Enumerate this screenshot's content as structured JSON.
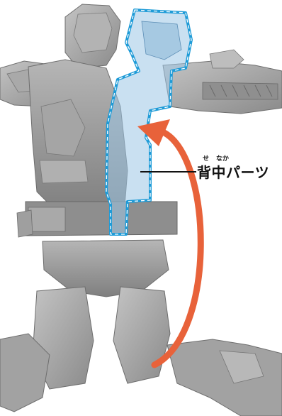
{
  "callout": {
    "label": "背中パーツ",
    "ruby_se": "せ",
    "ruby_naka": "なか"
  },
  "colors": {
    "highlight_outline": "#1e9bd7",
    "highlight_fill": "#9cc7e6",
    "arrow": "#e8623a",
    "figure_gray": "#9a9a9a"
  }
}
